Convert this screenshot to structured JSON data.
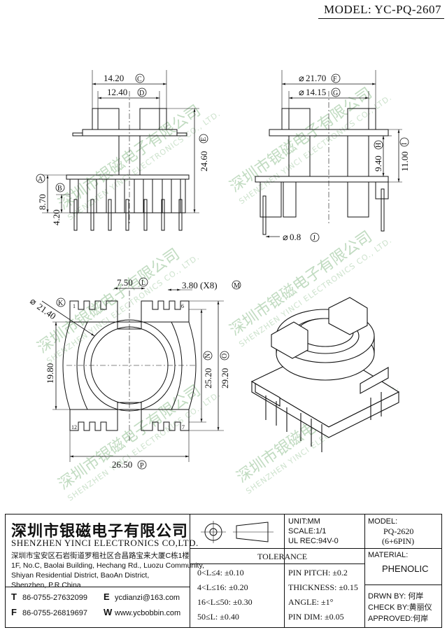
{
  "model": "MODEL: YC-PQ-2607",
  "watermark": {
    "cn": "深圳市银磁电子有限公司",
    "en": "SHENZHEN YINCI ELECTRONICS CO., LTD."
  },
  "dims": {
    "C": "14.20",
    "D": "12.40",
    "E": "24.60",
    "A": "8.70",
    "B": "4.20",
    "F": "21.70",
    "G": "14.15",
    "H": "9.40",
    "I": "11.00",
    "J": "0.8",
    "L": "7.50",
    "M": "3.80 (X8)",
    "K": "21.40",
    "R": "19.80",
    "N": "25.20",
    "O": "29.20",
    "P": "26.50"
  },
  "letters": {
    "A": "A",
    "B": "B",
    "C": "C",
    "D": "D",
    "E": "E",
    "F": "F",
    "G": "G",
    "H": "H",
    "I": "I",
    "J": "J",
    "K": "K",
    "L": "L",
    "M": "M",
    "N": "N",
    "O": "O",
    "P": "P"
  },
  "pins": {
    "p1": "1",
    "p6": "6",
    "p7": "7",
    "p12": "12"
  },
  "symbol_phi": "⌀",
  "company": {
    "cn": "深圳市银磁电子有限公司",
    "en": "SHENZHEN YINCI ELECTRONICS CO,LTD.",
    "addr_cn": "深圳市宝安区石岩街道罗租社区合昌路宝来大厦C栋1楼",
    "addr_en1": "1F, No.C, Baolai Building, Hechang Rd., Luozu Community,",
    "addr_en2": "Shiyan Residential District, BaoAn District,",
    "addr_en3": "Shenzhen, P.R.China",
    "tel": "86-0755-27632099",
    "fax": "86-0755-26819697",
    "email": "ycdianzi@163.com",
    "web": "www.ycbobbin.com",
    "tel_key": "T",
    "fax_key": "F",
    "email_key": "E",
    "web_key": "W"
  },
  "info": {
    "unit": "UNIT:MM",
    "scale": "SCALE:1/1",
    "ul": "UL REC:94V-0"
  },
  "model_box": {
    "label": "MODEL:",
    "value1": "PQ-2620",
    "value2": "(6+6PIN)"
  },
  "material": {
    "label": "MATERIAL:",
    "value": "PHENOLIC"
  },
  "tolerance": {
    "title": "TOLERANCE",
    "rows": [
      "0<L≤4: ±0.10",
      "4<L≤16: ±0.20",
      "16<L≤50: ±0.30",
      "50≤L: ±0.40"
    ],
    "rows2": [
      "PIN PITCH: ±0.2",
      "THICKNESS: ±0.15",
      "ANGLE: ±1°",
      "PIN DIM: ±0.05"
    ]
  },
  "signoff": {
    "drawn": "DRWN BY: 何岸",
    "check": "CHECK BY:黄丽仪",
    "approved": "APPROVED:何岸"
  }
}
